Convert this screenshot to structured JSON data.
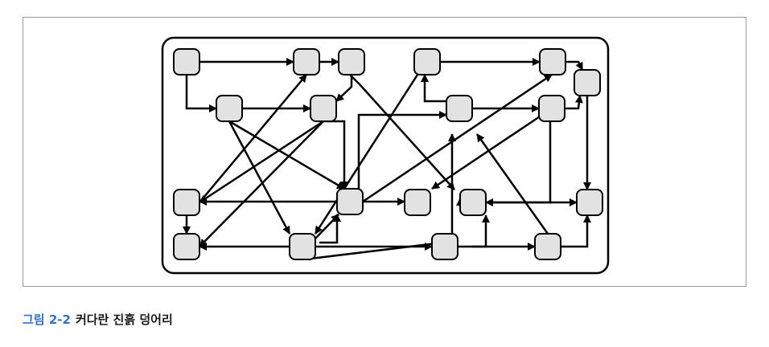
{
  "figure": {
    "number": "그림 2-2",
    "title": "커다란 진흙 덩어리"
  },
  "colors": {
    "node_fill": "#e2e2e2",
    "stroke": "#000000",
    "caption_number": "#2f6fd6",
    "frame_border": "#9a9a9a"
  },
  "nodes": [
    {
      "id": "n1"
    },
    {
      "id": "n2"
    },
    {
      "id": "n3"
    },
    {
      "id": "n4"
    },
    {
      "id": "n5"
    },
    {
      "id": "n6"
    },
    {
      "id": "n7"
    },
    {
      "id": "n8"
    },
    {
      "id": "n9"
    },
    {
      "id": "n10"
    },
    {
      "id": "n11"
    },
    {
      "id": "n12"
    },
    {
      "id": "n13"
    },
    {
      "id": "n14"
    },
    {
      "id": "n15"
    },
    {
      "id": "n16"
    },
    {
      "id": "n17"
    },
    {
      "id": "n18"
    },
    {
      "id": "n19"
    },
    {
      "id": "n20"
    }
  ]
}
